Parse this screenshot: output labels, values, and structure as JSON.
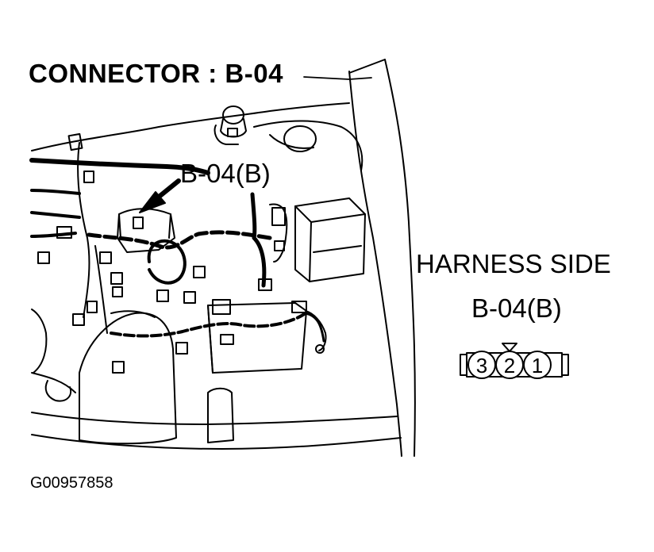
{
  "title": "CONNECTOR : B-04",
  "callout_label": "B-04(B)",
  "harness_side_label": "HARNESS SIDE",
  "harness_connector_id": "B-04(B)",
  "connector_pins": [
    "3",
    "2",
    "1"
  ],
  "figure_id": "G00957858",
  "colors": {
    "ink": "#000000",
    "background": "#ffffff"
  }
}
